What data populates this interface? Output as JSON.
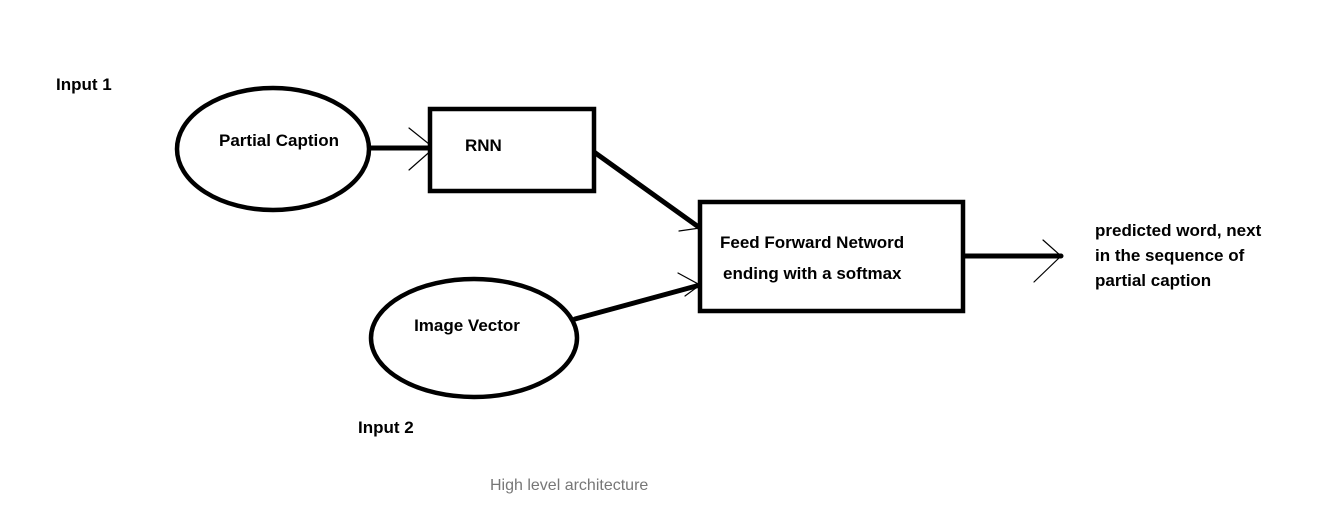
{
  "labels": {
    "input1": "Input 1",
    "input2": "Input 2"
  },
  "nodes": {
    "partial_caption": "Partial Caption",
    "rnn": "RNN",
    "ffn_line1": "Feed Forward Netword",
    "ffn_line2": "ending with a softmax",
    "image_vector": "Image Vector",
    "output_line1": "predicted word, next",
    "output_line2": "in the sequence of",
    "output_line3": "partial caption"
  },
  "edges": [
    {
      "from": "partial_caption",
      "to": "rnn"
    },
    {
      "from": "rnn",
      "to": "ffn"
    },
    {
      "from": "image_vector",
      "to": "ffn"
    },
    {
      "from": "ffn",
      "to": "output"
    }
  ],
  "caption": "High level architecture"
}
